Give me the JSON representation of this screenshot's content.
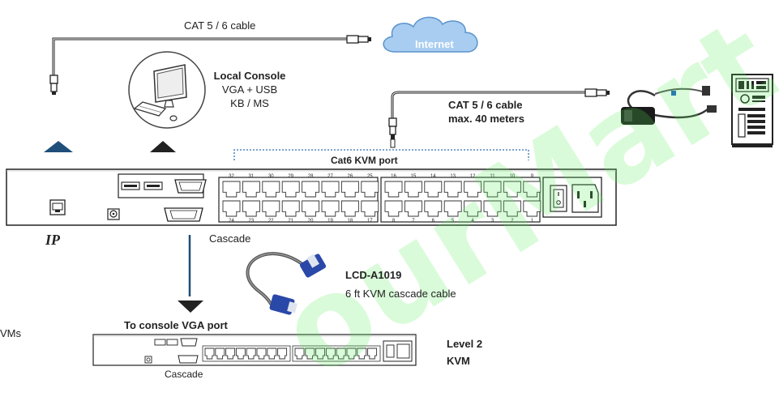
{
  "labels": {
    "cat_cable_top": "CAT 5 / 6 cable",
    "internet": "Internet",
    "local_console_title": "Local Console",
    "local_console_line2": "VGA + USB",
    "local_console_line3": "KB / MS",
    "cat_cable_right_line1": "CAT 5 / 6 cable",
    "cat_cable_right_line2": "max. 40 meters",
    "kvm_port": "Cat6 KVM port",
    "ip_logo": "IP",
    "cascade_main": "Cascade",
    "cable_model": "LCD-A1019",
    "cable_desc": "6 ft KVM cascade cable",
    "to_console": "To console VGA port",
    "level2_line1": "Level 2",
    "level2_line2": "KVM",
    "cascade_small": "Cascade",
    "left_cut": "VMs"
  },
  "ports": {
    "top_row": [
      "32",
      "31",
      "30",
      "29",
      "28",
      "27",
      "26",
      "25",
      "16",
      "15",
      "14",
      "13",
      "12",
      "11",
      "10",
      "9"
    ],
    "bottom_row": [
      "24",
      "23",
      "22",
      "21",
      "20",
      "19",
      "18",
      "17",
      "8",
      "7",
      "6",
      "5",
      "4",
      "3",
      "2",
      "1"
    ]
  },
  "watermark": "ourMart.c",
  "colors": {
    "cloud_fill": "#a8cdf0",
    "internet_text": "#ffffff",
    "arrow_blue": "#1f4e79",
    "dotted_blue": "#2a6ebb",
    "device_stroke": "#333333",
    "cable_blue": "#2a48a8"
  }
}
